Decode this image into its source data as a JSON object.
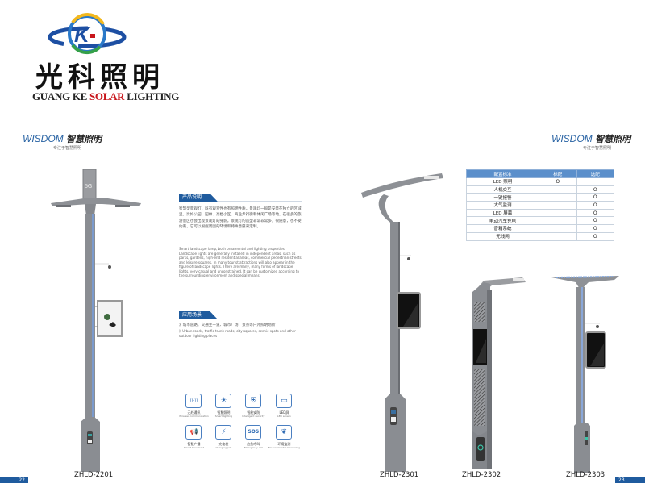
{
  "logo": {
    "brand_cn": "光科照明",
    "brand_en_prefix": "GUANG KE ",
    "brand_en_accent": "SOLAR",
    "brand_en_suffix": " LIGHTING",
    "mark_letters": "K",
    "accent_color": "#c8151b",
    "ring_color": "#1d4fa3"
  },
  "left_page": {
    "header": {
      "en": "WISDOM",
      "cn": "智慧照明",
      "sub": "专注于智慧照明"
    },
    "product_desc": {
      "title": "产品说明",
      "cn_text": "智慧型景观灯，既有观赏性也有照明性质。景观灯一般是安装在独立的区域里，比如公园、园林、高档小区、商业步行街和休闲广场等地，在很多的旅游景区也会出现景观灯的身影。景观灯的造型非常非常多，很随意，也不受约束，它可以根据周围的环境和特殊意愿来定制。",
      "en_text": "Smart landscape lamp, both ornamental and lighting properties. Landscape lights are generally installed in independent areas, such as parks, gardens, high-end residential areas, commercial pedestrian streets and leisure squares. In many tourist attractions will also appear in the figure of landscape lights. There are many, many forms of landscape lights, very casual and unconstrained. It can be customized according to the surrounding environment and special means."
    },
    "application": {
      "title": "应用场景",
      "cn_text": "》城市道路、交通主干道、城市广场、景点等户外照明场所",
      "en_text": "》Urban roads, traffic trunk roads, city squares, scenic spots and other outdoor lighting places"
    },
    "features": [
      {
        "icon": "wifi-tower-icon",
        "glyph": "((·))",
        "cn": "无线通讯",
        "en": "Wireless communication"
      },
      {
        "icon": "bulb-icon",
        "glyph": "☀",
        "cn": "智慧照明",
        "en": "Smart lighting"
      },
      {
        "icon": "shield-plus-icon",
        "glyph": "⛨",
        "cn": "智能安防",
        "en": "Intelligent security"
      },
      {
        "icon": "led-screen-icon",
        "glyph": "▭",
        "cn": "LED屏",
        "en": "LED screen"
      },
      {
        "icon": "megaphone-icon",
        "glyph": "📢",
        "cn": "智慧广播",
        "en": "Smart broadcast"
      },
      {
        "icon": "charging-pile-icon",
        "glyph": "⚡",
        "cn": "充电桩",
        "en": "Charging pile"
      },
      {
        "icon": "sos-icon",
        "glyph": "SOS",
        "cn": "应急呼叫",
        "en": "Emergency call"
      },
      {
        "icon": "leaf-monitor-icon",
        "glyph": "❦",
        "cn": "环境监测",
        "en": "Environmental monitoring"
      }
    ],
    "model": "ZHLD-2201",
    "page_number": "22"
  },
  "right_page": {
    "header": {
      "en": "WISDOM",
      "cn": "智慧照明",
      "sub": "专注于智慧照明"
    },
    "config_table": {
      "headers": [
        "配置标准",
        "标配",
        "选配"
      ],
      "rows": [
        {
          "item": "LED 照明",
          "standard": "O",
          "optional": ""
        },
        {
          "item": "人机交互",
          "standard": "",
          "optional": "O"
        },
        {
          "item": "一键报警",
          "standard": "",
          "optional": "O"
        },
        {
          "item": "大气监测",
          "standard": "",
          "optional": "O"
        },
        {
          "item": "LED 屏幕",
          "standard": "",
          "optional": "O"
        },
        {
          "item": "电动汽车充电",
          "standard": "",
          "optional": "O"
        },
        {
          "item": "音箱系统",
          "standard": "",
          "optional": "O"
        },
        {
          "item": "无线网",
          "standard": "",
          "optional": "O"
        }
      ]
    },
    "models": [
      "ZHLD-2301",
      "ZHLD-2302",
      "ZHLD-2303"
    ],
    "page_number": "23"
  },
  "colors": {
    "brand_blue": "#1f5b9e",
    "table_head": "#5b8fcb",
    "pole_gray": "#8a8d92"
  }
}
